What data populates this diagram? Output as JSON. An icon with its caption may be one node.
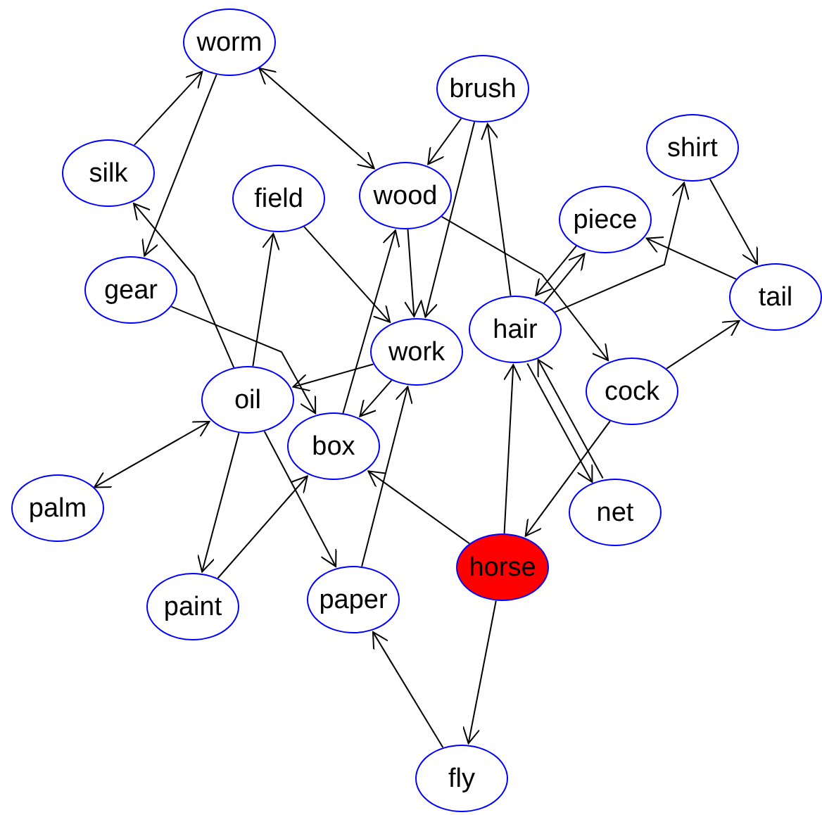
{
  "diagram": {
    "nodes": [
      {
        "text": [
          "worm"
        ]
      },
      {
        "text": [
          "brush"
        ]
      },
      {
        "text": [
          "shirt"
        ]
      },
      {
        "text": [
          "silk"
        ]
      },
      {
        "text": [
          "field"
        ]
      },
      {
        "text": [
          "wood"
        ]
      },
      {
        "text": [
          "piece"
        ]
      },
      {
        "text": [
          "gear"
        ]
      },
      {
        "text": [
          "tail"
        ]
      },
      {
        "text": [
          "work"
        ]
      },
      {
        "text": [
          "hair"
        ]
      },
      {
        "text": [
          "cock"
        ]
      },
      {
        "text": [
          "oil"
        ]
      },
      {
        "text": [
          "box"
        ]
      },
      {
        "text": [
          "palm"
        ]
      },
      {
        "text": [
          "net"
        ]
      },
      {
        "text": [
          "paint"
        ]
      },
      {
        "text": [
          "paper"
        ]
      },
      {
        "text": [
          "horse"
        ]
      },
      {
        "text": [
          "fly"
        ]
      }
    ],
    "edges": [
      {
        "from": 3,
        "to": 0,
        "arrow": "to"
      },
      {
        "from": 0,
        "to": 7,
        "arrow": "to"
      },
      {
        "from": 0,
        "to": 5,
        "arrow": "both"
      },
      {
        "from": 12,
        "to": 3,
        "arrow": "to"
      },
      {
        "from": 7,
        "to": 13,
        "arrow": "to"
      },
      {
        "from": 12,
        "to": 4,
        "arrow": "to"
      },
      {
        "from": 4,
        "to": 9,
        "arrow": "to"
      },
      {
        "from": 13,
        "to": 5,
        "arrow": "to"
      },
      {
        "from": 9,
        "to": 12,
        "arrow": "to"
      },
      {
        "from": 9,
        "to": 13,
        "arrow": "to"
      },
      {
        "from": 5,
        "to": 9,
        "arrow": "to"
      },
      {
        "from": 1,
        "to": 9,
        "arrow": "to"
      },
      {
        "from": 1,
        "to": 5,
        "arrow": "to"
      },
      {
        "from": 10,
        "to": 1,
        "arrow": "to"
      },
      {
        "from": 5,
        "to": 11,
        "arrow": "to"
      },
      {
        "from": 6,
        "to": 10,
        "arrow": "to"
      },
      {
        "from": 10,
        "to": 6,
        "arrow": "to"
      },
      {
        "from": 10,
        "to": 2,
        "arrow": "to"
      },
      {
        "from": 2,
        "to": 8,
        "arrow": "to"
      },
      {
        "from": 8,
        "to": 6,
        "arrow": "to"
      },
      {
        "from": 11,
        "to": 8,
        "arrow": "to"
      },
      {
        "from": 11,
        "to": 18,
        "arrow": "to"
      },
      {
        "from": 10,
        "to": 15,
        "arrow": "to"
      },
      {
        "from": 15,
        "to": 10,
        "arrow": "to"
      },
      {
        "from": 18,
        "to": 10,
        "arrow": "to"
      },
      {
        "from": 18,
        "to": 13,
        "arrow": "to"
      },
      {
        "from": 18,
        "to": 19,
        "arrow": "to"
      },
      {
        "from": 19,
        "to": 17,
        "arrow": "to"
      },
      {
        "from": 17,
        "to": 9,
        "arrow": "to"
      },
      {
        "from": 12,
        "to": 16,
        "arrow": "to"
      },
      {
        "from": 16,
        "to": 13,
        "arrow": "to"
      },
      {
        "from": 12,
        "to": 17,
        "arrow": "to"
      },
      {
        "from": 14,
        "to": 12,
        "arrow": "both"
      }
    ]
  }
}
